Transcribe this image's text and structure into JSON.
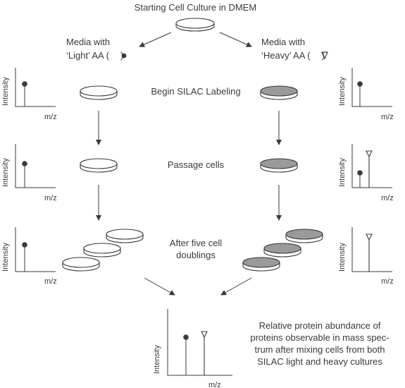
{
  "title": "Starting Cell Culture in DMEM",
  "media": {
    "light": {
      "line1": "Media with",
      "line2": "‘Light’ AA (",
      "close": ")"
    },
    "heavy": {
      "line1": "Media with",
      "line2": "‘Heavy’ AA (",
      "close": ")"
    }
  },
  "steps": {
    "labeling": "Begin SILAC Labeling",
    "passage": "Passage cells",
    "doublings": "After five cell\ndoublings"
  },
  "axes": {
    "x": "m/z",
    "y": "Intensity"
  },
  "result_text": "Relative protein abundance of\nproteins observable in mass spec-\ntrum after mixing cells from both\nSILAC light and heavy cultures",
  "colors": {
    "heavy_fill": "#9a9a9a",
    "light_fill": "#ffffff",
    "ink": "#3a3a3a"
  },
  "markers": {
    "light": "filled-circle",
    "heavy": "inverted-triangle"
  }
}
